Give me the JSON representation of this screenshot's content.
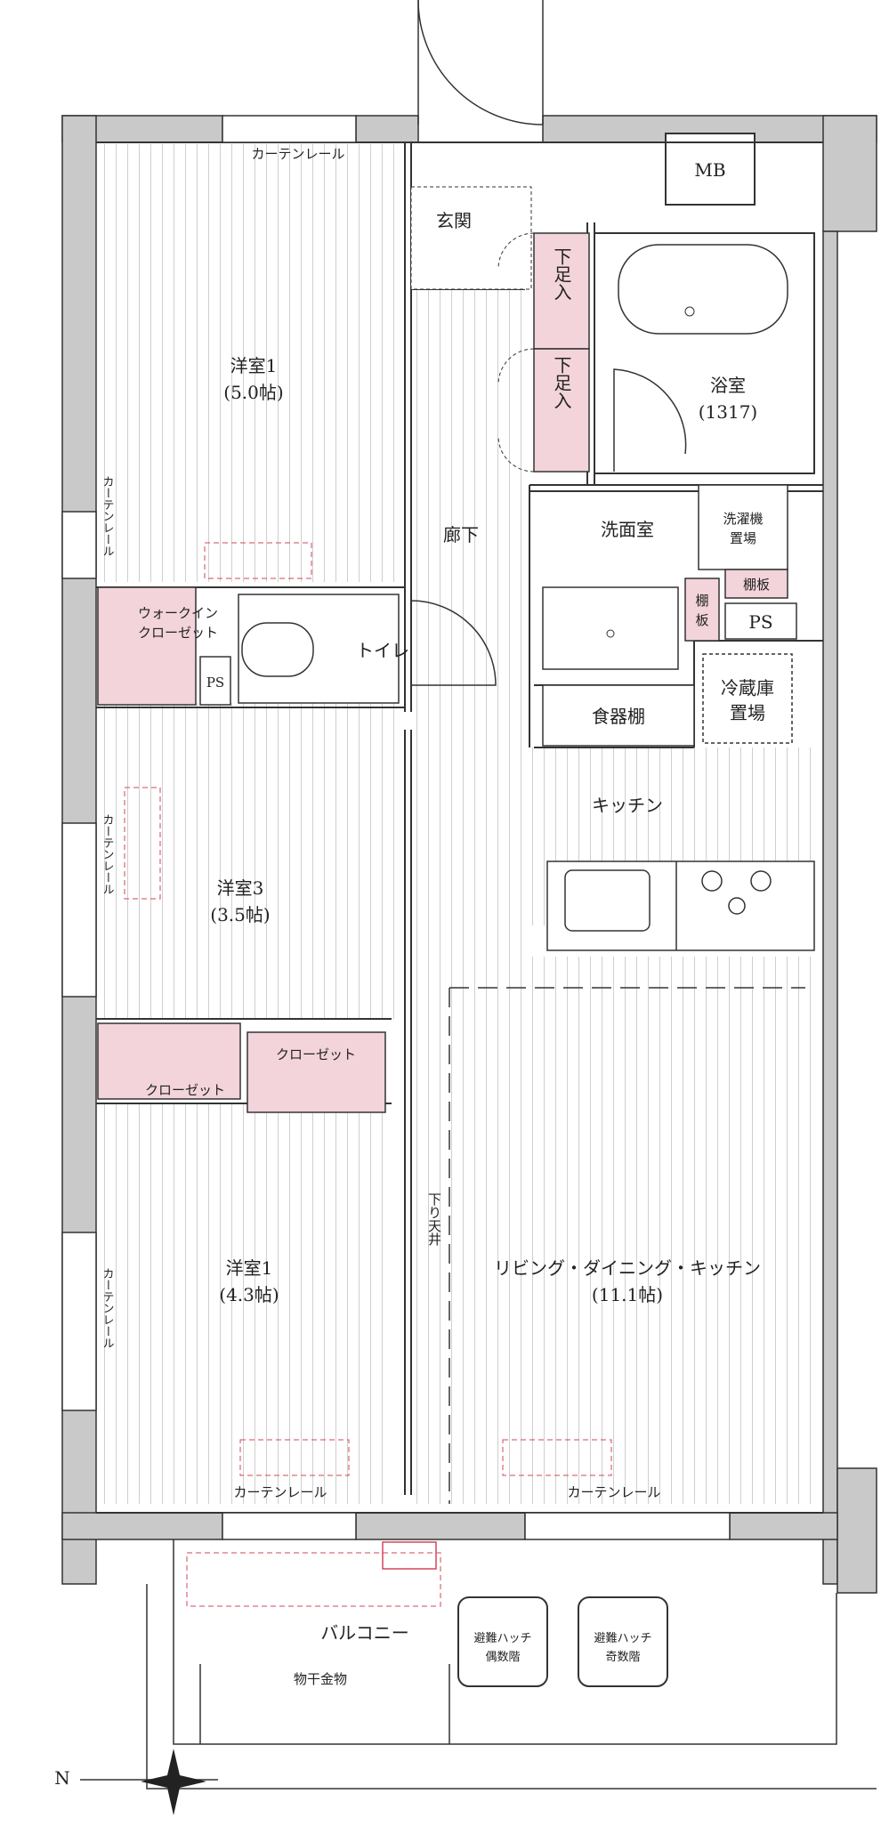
{
  "colors": {
    "wall": "#c9c9c9",
    "line": "#333333",
    "storage": "#f2d4da",
    "accent": "#d4455a",
    "floor_line": "#d0d0d0"
  },
  "rooms": {
    "mb": "MB",
    "entrance": "玄関",
    "shoe_storage_1": "下足入",
    "shoe_storage_2": "下足入",
    "bath_name": "浴室",
    "bath_size": "(1317)",
    "hallway": "廊下",
    "washroom": "洗面室",
    "washer_1": "洗濯機",
    "washer_2": "置場",
    "shelf_1": "棚板",
    "shelf_2_a": "棚",
    "shelf_2_b": "板",
    "ps_1": "PS",
    "ps_2": "PS",
    "walk_in_1": "ウォークイン",
    "walk_in_2": "クローゼット",
    "toilet": "トイレ",
    "cupboard": "食器棚",
    "fridge_1": "冷蔵庫",
    "fridge_2": "置場",
    "kitchen": "キッチン",
    "room1_name": "洋室1",
    "room1_size": "(5.0帖)",
    "room3_name": "洋室3",
    "room3_size": "(3.5帖)",
    "room1b_name": "洋室1",
    "room1b_size": "(4.3帖)",
    "closet_1": "クローゼット",
    "closet_2": "クローゼット",
    "ldk_name": "リビング・ダイニング・キッチン",
    "ldk_size": "(11.1帖)",
    "lowered_ceiling": "下り天井",
    "curtain_rail_top": "カーテンレール",
    "curtain_rail_left1": "カーテンレール",
    "curtain_rail_left2": "カーテンレール",
    "curtain_rail_left3": "カーテンレール",
    "curtain_rail_bottom1": "カーテンレール",
    "curtain_rail_bottom2": "カーテンレール",
    "balcony": "バルコニー",
    "clothes_hanger": "物干金物",
    "hatch_even_1": "避難ハッチ",
    "hatch_even_2": "偶数階",
    "hatch_odd_1": "避難ハッチ",
    "hatch_odd_2": "奇数階",
    "north": "N"
  }
}
